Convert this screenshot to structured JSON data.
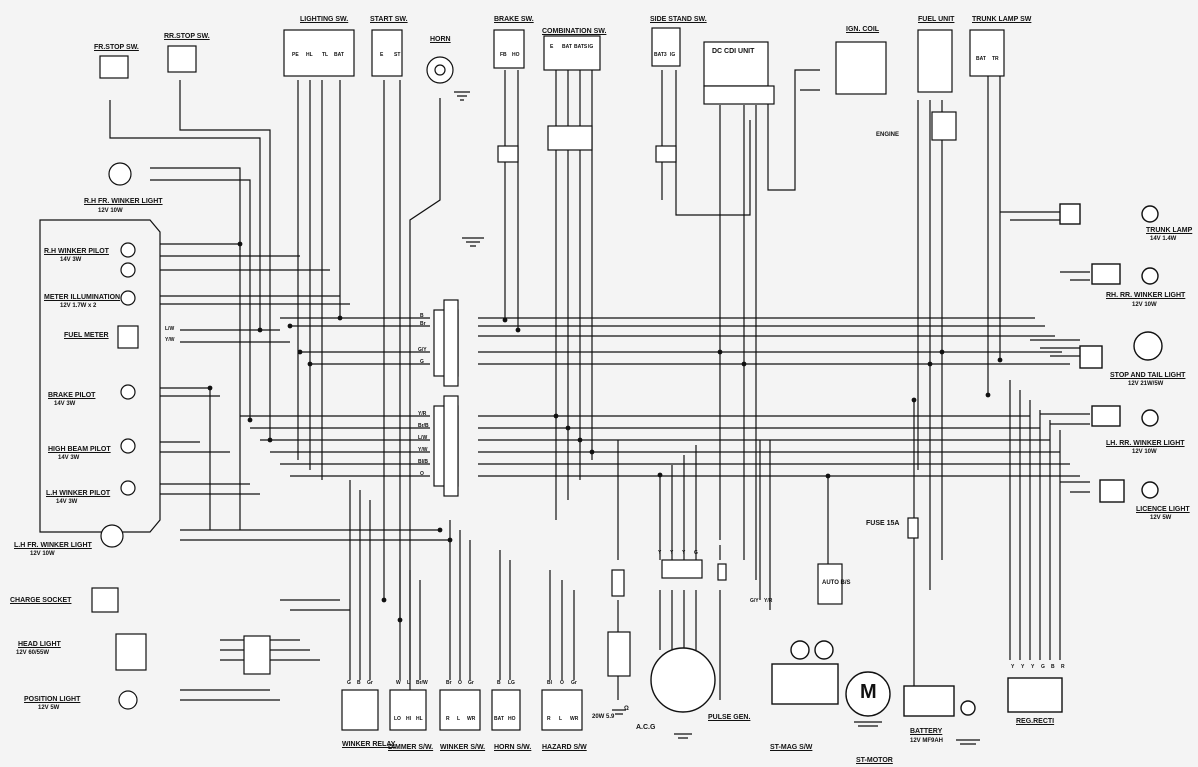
{
  "components": {
    "fr_stop_sw": "FR.STOP SW.",
    "rr_stop_sw": "RR.STOP SW.",
    "lighting_sw": "LIGHTING SW.",
    "start_sw": "START SW.",
    "horn": "HORN",
    "brake_sw": "BRAKE SW.",
    "combination_sw": "COMBINATION SW.",
    "side_stand_sw": "SIDE STAND SW.",
    "dc_cdi_unit": "DC CDI UNIT",
    "ign_coil": "IGN. COIL",
    "fuel_unit": "FUEL UNIT",
    "trunk_lamp_sw": "TRUNK LAMP SW",
    "engine": "ENGINE",
    "rh_fr_winker": "R.H FR. WINKER LIGHT",
    "rh_fr_winker_spec": "12V 10W",
    "rh_winker_pilot": "R.H WINKER PILOT",
    "rh_winker_pilot_spec": "14V 3W",
    "meter_illum": "METER ILLUMINATION",
    "meter_illum_spec": "12V 1.7W x 2",
    "fuel_meter": "FUEL METER",
    "brake_pilot": "BRAKE PILOT",
    "brake_pilot_spec": "14V 3W",
    "high_beam_pilot": "HIGH BEAM PILOT",
    "high_beam_pilot_spec": "14V 3W",
    "lh_winker_pilot": "L.H WINKER PILOT",
    "lh_winker_pilot_spec": "14V 3W",
    "lh_fr_winker": "L.H FR. WINKER LIGHT",
    "lh_fr_winker_spec": "12V 10W",
    "charge_socket": "CHARGE SOCKET",
    "head_light": "HEAD LIGHT",
    "head_light_spec": "12V 60/55W",
    "position_light": "POSITION LIGHT",
    "position_light_spec": "12V 5W",
    "winker_relay": "WINKER RELAY",
    "dimmer_sw": "DIMMER S/W.",
    "winker_sw": "WINKER S/W.",
    "horn_sw": "HORN S/W.",
    "hazard_sw": "HAZARD S/W",
    "acg_spec": "20W 5.9",
    "acg_unit": "Ω",
    "acg": "A.C.G",
    "pulse_gen": "PULSE GEN.",
    "st_mag_sw": "ST-MAG S/W",
    "st_motor": "ST-MOTOR",
    "motor_symbol": "M",
    "battery": "BATTERY",
    "battery_spec": "12V MF9AH",
    "reg_recti": "REG.RECTI",
    "fuse": "FUSE 15A",
    "auto_bs": "AUTO B/S",
    "trunk_lamp": "TRUNK LAMP",
    "trunk_lamp_spec": "14V 1.4W",
    "rh_rr_winker": "RH. RR. WINKER LIGHT",
    "rh_rr_winker_spec": "12V 10W",
    "stop_tail": "STOP AND TAIL LIGHT",
    "stop_tail_spec": "12V 21W/5W",
    "lh_rr_winker": "LH. RR. WINKER LIGHT",
    "lh_rr_winker_spec": "12V 10W",
    "licence_light": "LICENCE LIGHT",
    "licence_light_spec": "12V 5W"
  },
  "switch_terminals": {
    "lighting": [
      "PE",
      "HL",
      "TL",
      "BAT"
    ],
    "start": [
      "E",
      "ST"
    ],
    "brake": [
      "FB",
      "HO"
    ],
    "combination": [
      "E",
      "BAT",
      "BATS",
      "IG"
    ],
    "side_stand": [
      "BAT3",
      "IG"
    ],
    "trunk": [
      "BAT",
      "TR"
    ],
    "dimmer": [
      "LO",
      "HI",
      "HL"
    ],
    "winker": [
      "R",
      "L",
      "WR"
    ],
    "horn": [
      "BAT",
      "HO"
    ],
    "hazard": [
      "R",
      "L",
      "WR"
    ]
  },
  "wire_colors": {
    "left_connector": [
      "Y/R",
      "Br/B",
      "L/W",
      "Y/W",
      "Bl/B",
      "O"
    ],
    "upper_connector": [
      "B",
      "Br",
      "G/Y",
      "G"
    ],
    "relay": [
      "G",
      "B",
      "Gr"
    ],
    "dimmer": [
      "W",
      "L",
      "Br/W"
    ],
    "winker": [
      "Br",
      "O",
      "Gr"
    ],
    "horn": [
      "B",
      "LG"
    ],
    "hazard": [
      "Bl",
      "O",
      "Gr"
    ],
    "regulator": [
      "Y",
      "Y",
      "Y",
      "G",
      "B",
      "R"
    ],
    "fuel_meter": [
      "L/W",
      "Y/W"
    ],
    "pulse": [
      "Y",
      "Y",
      "Y",
      "G"
    ],
    "mag": [
      "G/Y",
      "Y/R"
    ]
  },
  "colors": {
    "line": "#111111",
    "paper": "#f4f4f4"
  }
}
